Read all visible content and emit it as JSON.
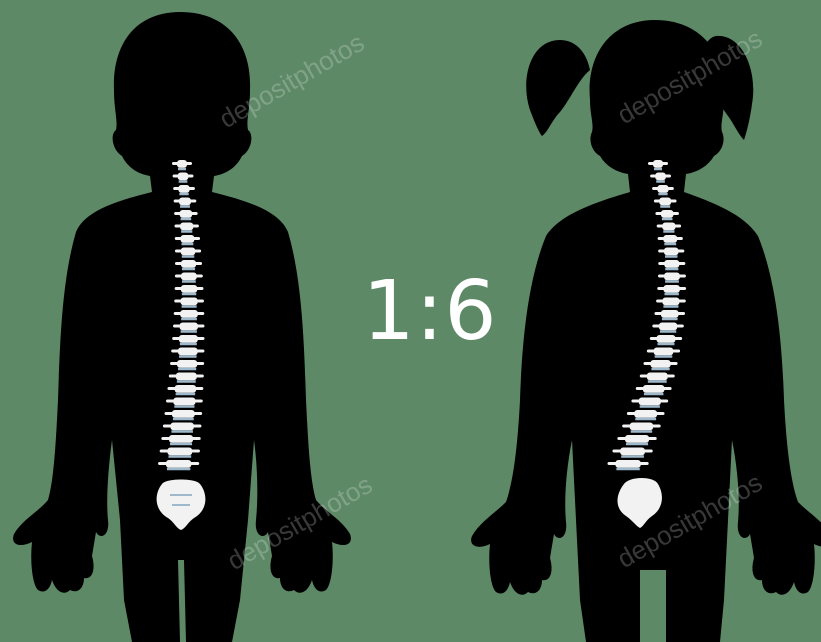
{
  "ratio_text": "1:6",
  "figures": [
    {
      "label": "boy",
      "spine": "straight"
    },
    {
      "label": "girl",
      "spine": "curved"
    }
  ],
  "watermark": "depositphotos",
  "colors": {
    "background": "#5d8967",
    "silhouette": "#000000",
    "bone": "#f2f2f2",
    "disc": "#9fb9cc"
  }
}
